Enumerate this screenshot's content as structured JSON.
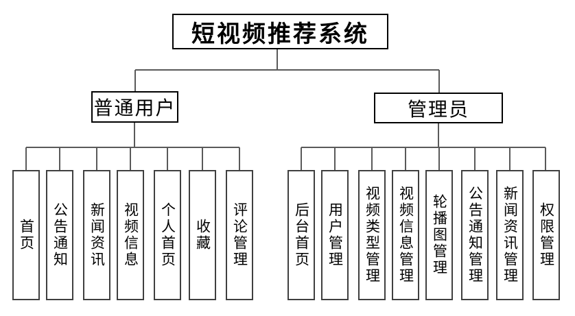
{
  "diagram": {
    "root": {
      "label": "短视频推荐系统"
    },
    "user_branch": {
      "label": "普通用户",
      "children": [
        "首页",
        "公告通知",
        "新闻资讯",
        "视频信息",
        "个人首页",
        "收藏",
        "评论管理"
      ]
    },
    "admin_branch": {
      "label": "管理员",
      "children": [
        "后台首页",
        "用户管理",
        "视频类型管理",
        "视频信息管理",
        "轮播图管理",
        "公告通知管理",
        "新闻资讯管理",
        "权限管理"
      ]
    }
  },
  "colors": {
    "background": "#ffffff",
    "box_border": "#000000",
    "leaf_border": "#3f3f3f",
    "connector": "#595959",
    "text": "#000000"
  }
}
